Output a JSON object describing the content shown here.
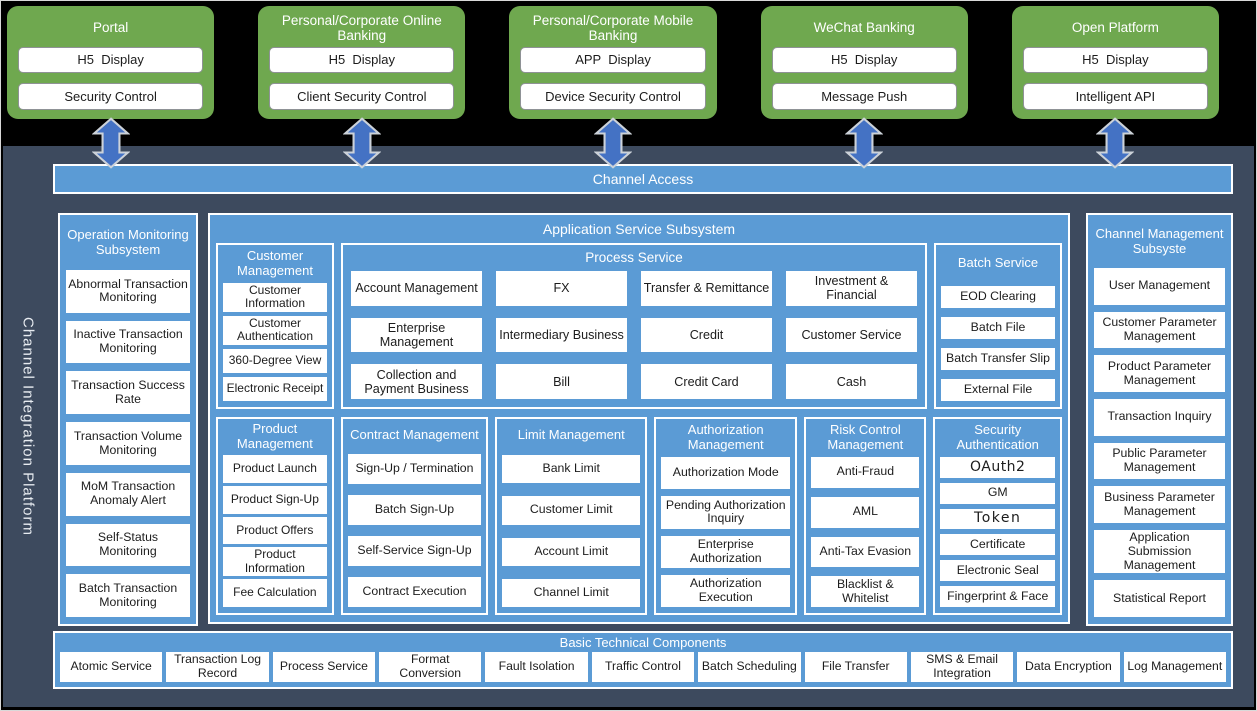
{
  "channels": [
    {
      "title": "Portal",
      "items": [
        "H5  Display",
        "Security Control"
      ]
    },
    {
      "title": "Personal/Corporate Online Banking",
      "items": [
        "H5  Display",
        "Client Security Control"
      ]
    },
    {
      "title": "Personal/Corporate Mobile Banking",
      "items": [
        "APP  Display",
        "Device Security Control"
      ]
    },
    {
      "title": "WeChat Banking",
      "items": [
        "H5  Display",
        "Message Push"
      ]
    },
    {
      "title": "Open Platform",
      "items": [
        "H5  Display",
        "Intelligent API"
      ]
    }
  ],
  "platform_label": "Channel Integration Platform",
  "channel_access_label": "Channel Access",
  "operation_monitoring": {
    "title": "Operation Monitoring Subsystem",
    "items": [
      "Abnormal Transaction Monitoring",
      "Inactive Transaction Monitoring",
      "Transaction Success Rate",
      "Transaction Volume Monitoring",
      "MoM Transaction Anomaly Alert",
      "Self-Status Monitoring",
      "Batch Transaction Monitoring"
    ]
  },
  "application_service": {
    "title": "Application Service Subsystem",
    "customer_management": {
      "title": "Customer Management",
      "items": [
        "Customer Information",
        "Customer Authentication",
        "360-Degree View",
        "Electronic Receipt"
      ]
    },
    "process_service": {
      "title": "Process Service",
      "items": [
        "Account Management",
        "FX",
        "Transfer & Remittance",
        "Investment & Financial",
        "Enterprise Management",
        "Intermediary Business",
        "Credit",
        "Customer Service",
        "Collection and Payment Business",
        "Bill",
        "Credit Card",
        "Cash"
      ]
    },
    "batch_service": {
      "title": "Batch Service",
      "items": [
        "EOD Clearing",
        "Batch File",
        "Batch Transfer Slip",
        "External File"
      ]
    },
    "product_management": {
      "title": "Product Management",
      "items": [
        "Product Launch",
        "Product Sign-Up",
        "Product Offers",
        "Product Information",
        "Fee Calculation"
      ]
    },
    "contract_management": {
      "title": "Contract Management",
      "items": [
        "Sign-Up / Termination",
        "Batch Sign-Up",
        "Self-Service Sign-Up",
        "Contract Execution"
      ]
    },
    "limit_management": {
      "title": "Limit Management",
      "items": [
        "Bank Limit",
        "Customer Limit",
        "Account Limit",
        "Channel Limit"
      ]
    },
    "authorization_management": {
      "title": "Authorization Management",
      "items": [
        "Authorization Mode",
        "Pending Authorization Inquiry",
        "Enterprise Authorization",
        "Authorization Execution"
      ]
    },
    "risk_control_management": {
      "title": "Risk Control Management",
      "items": [
        "Anti-Fraud",
        "AML",
        "Anti-Tax Evasion",
        "Blacklist & Whitelist"
      ]
    },
    "security_authentication": {
      "title": "Security Authentication",
      "items": [
        "OAuth2",
        "GM",
        "Token",
        "Certificate",
        "Electronic Seal",
        "Fingerprint & Face"
      ]
    }
  },
  "channel_management": {
    "title": "Channel Management Subsyste",
    "items": [
      "User Management",
      "Customer Parameter Management",
      "Product Parameter Management",
      "Transaction Inquiry",
      "Public Parameter Management",
      "Business Parameter Management",
      "Application Submission Management",
      "Statistical Report"
    ]
  },
  "basic_technical": {
    "title": "Basic Technical Components",
    "items": [
      "Atomic Service",
      "Transaction Log Record",
      "Process Service",
      "Format Conversion",
      "Fault Isolation",
      "Traffic Control",
      "Batch Scheduling",
      "File Transfer",
      "SMS & Email Integration",
      "Data Encryption",
      "Log Management"
    ]
  },
  "colors": {
    "channel_green": "#6fa84f",
    "box_blue": "#5b9bd5",
    "platform_navy": "#3d4a5e",
    "arrow_blue": "#4472c4",
    "top_band_black": "#000000"
  }
}
